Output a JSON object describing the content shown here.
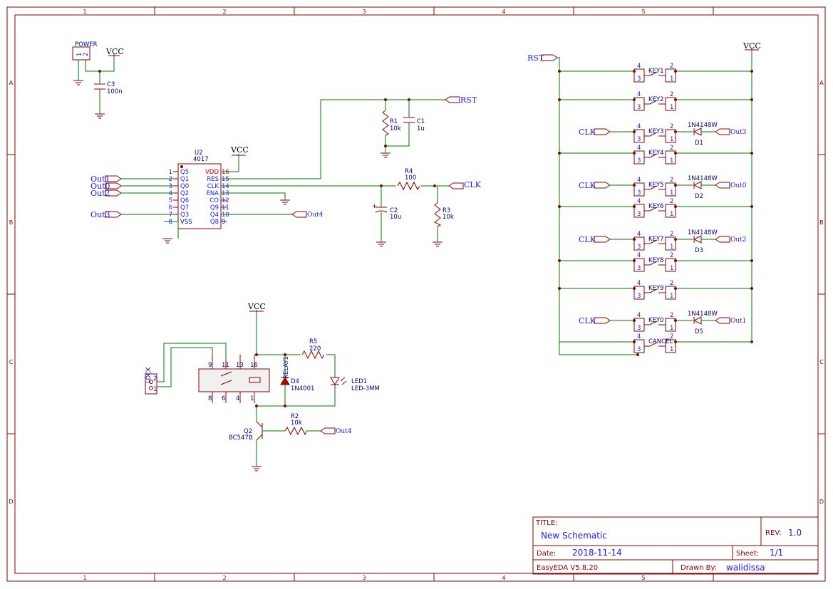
{
  "grid": {
    "cols": [
      "1",
      "2",
      "3",
      "4",
      "5"
    ],
    "rows": [
      "A",
      "B",
      "C",
      "D"
    ]
  },
  "title_block": {
    "title_label": "TITLE:",
    "title": "New Schematic",
    "rev_label": "REV:",
    "rev": "1.0",
    "date_label": "Date:",
    "date": "2018-11-14",
    "sheet_label": "Sheet:",
    "sheet": "1/1",
    "software": "EasyEDA V5.8.20",
    "drawn_label": "Drawn By:",
    "drawn_by": "walidissa"
  },
  "power": {
    "label": "POWER",
    "pins": [
      "1",
      "2"
    ],
    "vcc": "VCC"
  },
  "c3": {
    "name": "C3",
    "value": "100n"
  },
  "u2": {
    "name": "U2",
    "part": "4017",
    "vcc": "VCC",
    "left_pins": [
      [
        "1",
        "Q5"
      ],
      [
        "2",
        "Q1"
      ],
      [
        "3",
        "Q0"
      ],
      [
        "4",
        "Q2"
      ],
      [
        "5",
        "Q6"
      ],
      [
        "6",
        "Q7"
      ],
      [
        "7",
        "Q3"
      ],
      [
        "8",
        "VSS"
      ]
    ],
    "right_pins": [
      [
        "16",
        "VDD"
      ],
      [
        "15",
        "RES"
      ],
      [
        "14",
        "CLK"
      ],
      [
        "13",
        "ENA"
      ],
      [
        "12",
        "CO"
      ],
      [
        "11",
        "Q9"
      ],
      [
        "10",
        "Q4"
      ],
      [
        "9",
        "Q8"
      ]
    ]
  },
  "u2_nets": {
    "out1": "Out1",
    "out0": "Out0",
    "out2": "Out2",
    "out3": "Out3",
    "out4": "Out4"
  },
  "r1": {
    "name": "R1",
    "value": "10k"
  },
  "c1": {
    "name": "C1",
    "value": "1u"
  },
  "rst_net": "RST",
  "r4": {
    "name": "R4",
    "value": "100"
  },
  "clk_net": "CLK",
  "c2": {
    "name": "C2",
    "value": "10u"
  },
  "r3": {
    "name": "R3",
    "value": "10k"
  },
  "relay": {
    "name": "RELAY1",
    "vcc": "VCC",
    "pins": [
      "9",
      "11",
      "13",
      "16",
      "8",
      "6",
      "4",
      "1"
    ]
  },
  "lock": {
    "label": "LOCK",
    "pins": [
      "2",
      "1"
    ]
  },
  "d4": {
    "name": "D4",
    "value": "1N4001"
  },
  "r5": {
    "name": "R5",
    "value": "220"
  },
  "led1": {
    "name": "LED1",
    "value": "LED-3MM"
  },
  "r2": {
    "name": "R2",
    "value": "10k"
  },
  "q2": {
    "name": "Q2",
    "value": "BC547B"
  },
  "q2_net": "Out4",
  "keypad": {
    "vcc": "VCC",
    "rst": "RST",
    "clk": "CLK",
    "diode": "1N4148W",
    "keys": [
      "KEY1",
      "KEY2",
      "KEY3",
      "KEY4",
      "KEY5",
      "KEY6",
      "KEY7",
      "KEY8",
      "KEY9",
      "KEY0",
      "CANCEL"
    ],
    "pins": [
      "4",
      "2",
      "3",
      "1"
    ],
    "diodes": [
      {
        "name": "D1",
        "out": "Out3"
      },
      {
        "name": "D2",
        "out": "Out0"
      },
      {
        "name": "D3",
        "out": "Out2"
      },
      {
        "name": "D5",
        "out": "Out1"
      }
    ]
  }
}
